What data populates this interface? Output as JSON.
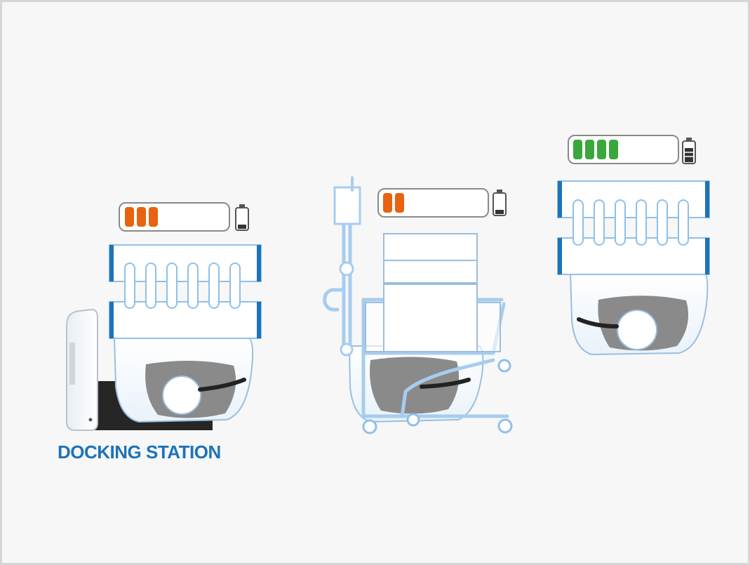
{
  "labels": {
    "docking_station": "DOCKING STATION"
  },
  "robots": [
    {
      "id": "robot-docked",
      "battery_bars": 3,
      "battery_capacity": 8,
      "battery_color": "#e8620f"
    },
    {
      "id": "robot-cart",
      "battery_bars": 2,
      "battery_capacity": 8,
      "battery_color": "#e8620f"
    },
    {
      "id": "robot-charged",
      "battery_bars": 4,
      "battery_capacity": 8,
      "battery_color": "#3aa73a"
    }
  ],
  "colors": {
    "outline_blue": "#8fc0e8",
    "accent_blue": "#1d73b9",
    "wheel_gray": "#8a8a8a",
    "dock_black": "#222222"
  },
  "icons": [
    "battery-icon",
    "robot-icon",
    "docking-station-icon",
    "cart-icon"
  ]
}
